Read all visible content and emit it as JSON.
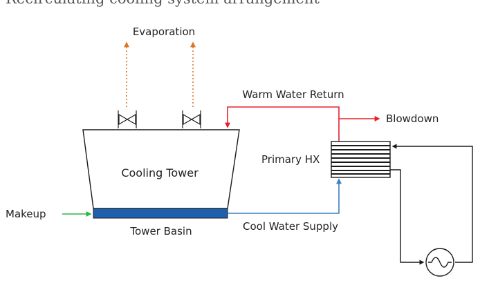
{
  "caption": "Recirculating cooling system arrangement",
  "labels": {
    "evaporation": "Evaporation",
    "warm_water_return": "Warm Water Return",
    "blowdown": "Blowdown",
    "primary_hx": "Primary HX",
    "cooling_tower": "Cooling Tower",
    "makeup": "Makeup",
    "tower_basin": "Tower Basin",
    "cool_water_supply": "Cool Water Supply"
  },
  "colors": {
    "evaporation": "#d9772b",
    "warm_water": "#e8202a",
    "cool_water": "#3c7ec4",
    "makeup": "#2fb34a",
    "basin": "#1f5fab",
    "outline": "#1a1a1a"
  }
}
